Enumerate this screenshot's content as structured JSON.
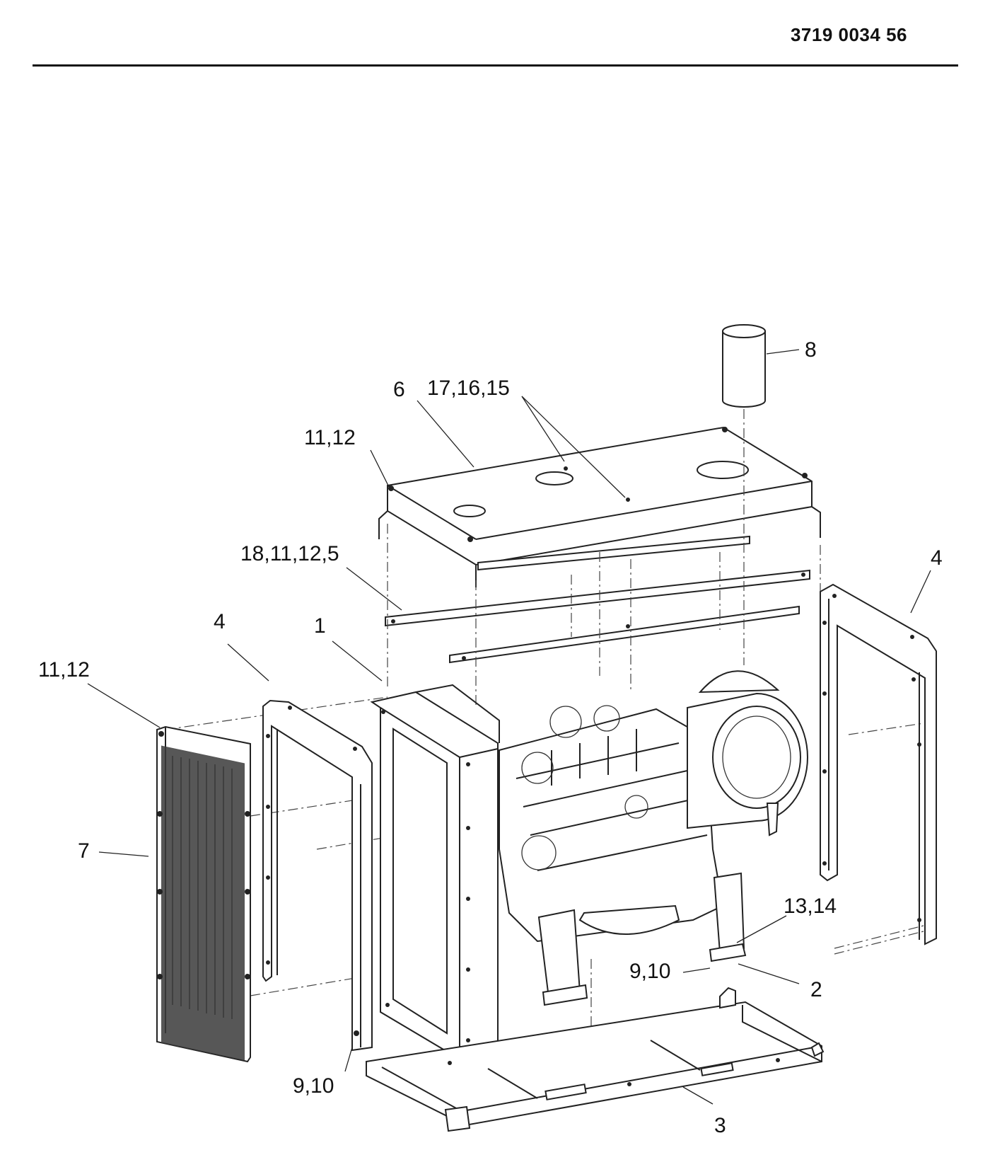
{
  "header": {
    "document_number": "3719 0034 56"
  },
  "callouts": {
    "c8": "8",
    "c6": "6",
    "c171615": "17,16,15",
    "c1112_top": "11,12",
    "c18111125": "18,11,12,5",
    "c4_right": "4",
    "c4_left": "4",
    "c1": "1",
    "c1112_left": "11,12",
    "c7": "7",
    "c1314": "13,14",
    "c910_right": "9,10",
    "c2": "2",
    "c910_bottom": "9,10",
    "c3": "3"
  }
}
